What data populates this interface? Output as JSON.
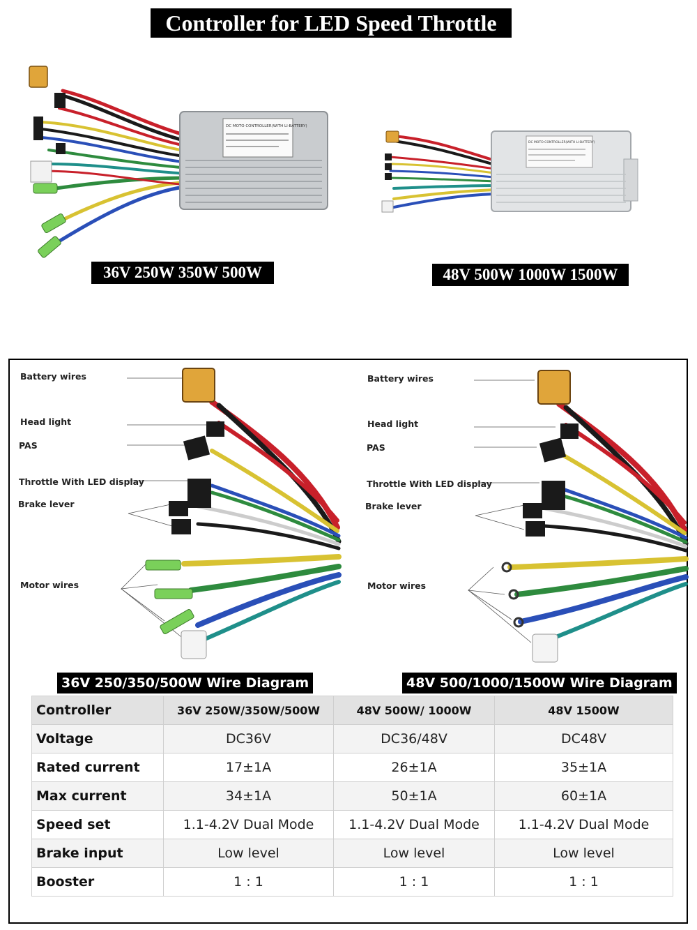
{
  "title": "Controller for LED Speed Throttle",
  "products": [
    {
      "caption": "36V 250W 350W  500W",
      "label_text": "DC MOTO CONTROLLER(WITH LI-BATTERY)"
    },
    {
      "caption": "48V 500W 1000W 1500W",
      "label_text": "DC MOTO CONTROLLER(WITH LI-BATTERY)"
    }
  ],
  "diagrams": [
    {
      "caption": "36V 250/350/500W Wire Diagram",
      "labels": {
        "battery": "Battery wires",
        "headlight": "Head light",
        "pas": "PAS",
        "throttle": "Throttle With LED display",
        "brake": "Brake lever",
        "motor": "Motor wires"
      }
    },
    {
      "caption": "48V 500/1000/1500W Wire Diagram",
      "labels": {
        "battery": "Battery wires",
        "headlight": "Head light",
        "pas": "PAS",
        "throttle": "Throttle With LED display",
        "brake": "Brake lever",
        "motor": "Motor wires"
      }
    }
  ],
  "table": {
    "headers": [
      "Controller",
      "36V 250W/350W/500W",
      "48V 500W/ 1000W",
      "48V 1500W"
    ],
    "rows": [
      [
        "Voltage",
        "DC36V",
        "DC36/48V",
        "DC48V"
      ],
      [
        "Rated current",
        "17±1A",
        "26±1A",
        "35±1A"
      ],
      [
        "Max current",
        "34±1A",
        "50±1A",
        "60±1A"
      ],
      [
        "Speed set",
        "1.1-4.2V Dual Mode",
        "1.1-4.2V Dual Mode",
        "1.1-4.2V Dual Mode"
      ],
      [
        "Brake input",
        "Low level",
        "Low level",
        "Low level"
      ],
      [
        "Booster",
        "1 : 1",
        "1 : 1",
        "1 : 1"
      ]
    ]
  },
  "colors": {
    "wire_red": "#c8202a",
    "wire_black": "#1a1a1a",
    "wire_yellow": "#d8c232",
    "wire_green": "#2e8b3e",
    "wire_blue": "#2a4fb8",
    "wire_teal": "#1f8f8a",
    "connector_yellow": "#e0a53a",
    "green_sleeve": "#7ad05a",
    "housing": "#c9cccf"
  }
}
